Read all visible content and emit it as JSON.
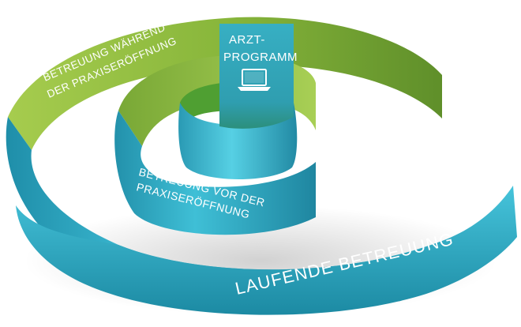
{
  "labels": {
    "outer_top_line1": "BETREUUNG WÄHREND",
    "outer_top_line2": "DER PRAXISERÖFFNUNG",
    "inner_line1": "BETREUUNG VOR DER",
    "inner_line2": "PRAXISERÖFFNUNG",
    "bottom": "LAUFENDE  BETREUUNG",
    "box_line1": "ARZT-",
    "box_line2": "PROGRAMM"
  },
  "icons": {
    "box_icon": "laptop-icon"
  },
  "colors": {
    "teal_light": "#5fd3e8",
    "teal_mid": "#2aa9c3",
    "teal_dark": "#17798f",
    "green_light": "#b4d65e",
    "green_mid": "#86b43a",
    "green_dark": "#5e8c27",
    "box_top": "#33a9bd",
    "box_bottom": "#2e8f78"
  }
}
